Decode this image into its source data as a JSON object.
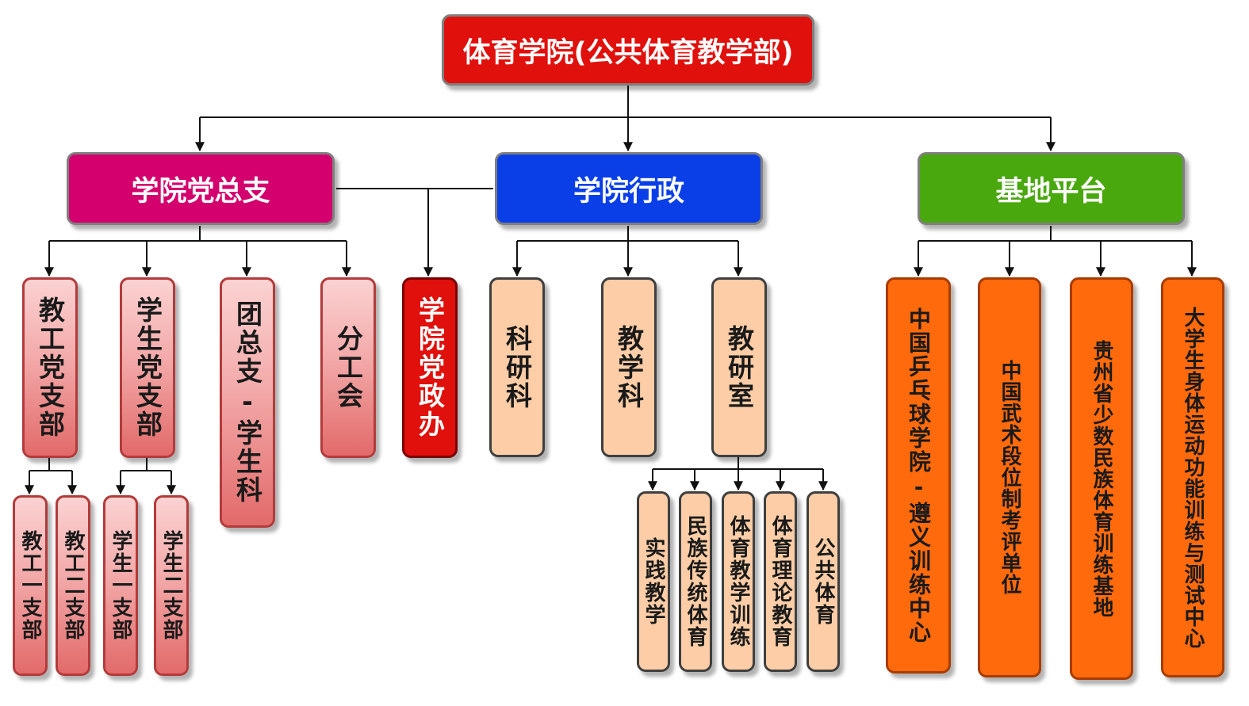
{
  "root": {
    "label": "体育学院(公共体育教学部)",
    "color": "#e0100c"
  },
  "branches": {
    "party": {
      "label": "学院党总支",
      "color": "#d4006d"
    },
    "admin": {
      "label": "学院行政",
      "color": "#0a3fe8"
    },
    "base": {
      "label": "基地平台",
      "color": "#4aa80f"
    }
  },
  "party_units": {
    "staff_branch": "教工党支部",
    "student_branch": "学生党支部",
    "league": "团总支-学生科",
    "union": "分工会"
  },
  "party_sub": {
    "staff_1": "教工一支部",
    "staff_2": "教工二支部",
    "student_1": "学生一支部",
    "student_2": "学生二支部"
  },
  "office": "学院党政办",
  "admin_units": {
    "research": "科研科",
    "teaching": "教学科",
    "teaching_research": "教研室"
  },
  "research_rooms": {
    "practice": "实践教学",
    "ethnic": "民族传统体育",
    "training": "体育教学训练",
    "theory": "体育理论教育",
    "public": "公共体育"
  },
  "base_units": {
    "table_tennis": "中国乒乓球学院-遵义训练中心",
    "wushu": "中国武术段位制考评单位",
    "minority": "贵州省少数民族体育训练基地",
    "fitness": "大学生身体运动功能训练与测试中心"
  }
}
